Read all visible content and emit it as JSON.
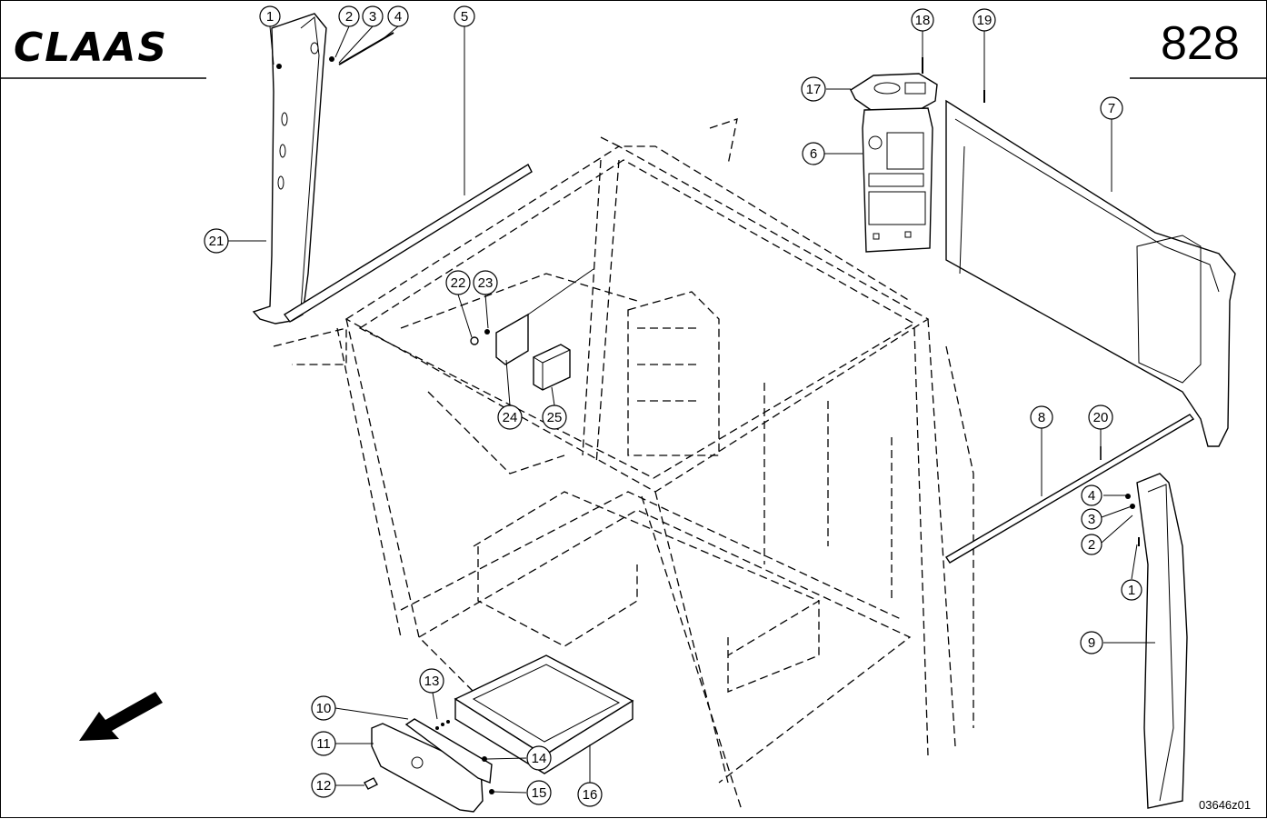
{
  "header": {
    "brand": "CLAAS",
    "page_number": "828"
  },
  "footer": {
    "drawing_code": "03646z01"
  },
  "callouts": [
    {
      "id": "c-1a",
      "label": "1"
    },
    {
      "id": "c-2a",
      "label": "2"
    },
    {
      "id": "c-3a",
      "label": "3"
    },
    {
      "id": "c-4a",
      "label": "4"
    },
    {
      "id": "c-5",
      "label": "5"
    },
    {
      "id": "c-21",
      "label": "21"
    },
    {
      "id": "c-22",
      "label": "22"
    },
    {
      "id": "c-23",
      "label": "23"
    },
    {
      "id": "c-24",
      "label": "24"
    },
    {
      "id": "c-25",
      "label": "25"
    },
    {
      "id": "c-18",
      "label": "18"
    },
    {
      "id": "c-19",
      "label": "19"
    },
    {
      "id": "c-17",
      "label": "17"
    },
    {
      "id": "c-6",
      "label": "6"
    },
    {
      "id": "c-7",
      "label": "7"
    },
    {
      "id": "c-8",
      "label": "8"
    },
    {
      "id": "c-20",
      "label": "20"
    },
    {
      "id": "c-4b",
      "label": "4"
    },
    {
      "id": "c-3b",
      "label": "3"
    },
    {
      "id": "c-2b",
      "label": "2"
    },
    {
      "id": "c-1b",
      "label": "1"
    },
    {
      "id": "c-9",
      "label": "9"
    },
    {
      "id": "c-13",
      "label": "13"
    },
    {
      "id": "c-10",
      "label": "10"
    },
    {
      "id": "c-11",
      "label": "11"
    },
    {
      "id": "c-12",
      "label": "12"
    },
    {
      "id": "c-14",
      "label": "14"
    },
    {
      "id": "c-15",
      "label": "15"
    },
    {
      "id": "c-16",
      "label": "16"
    }
  ]
}
